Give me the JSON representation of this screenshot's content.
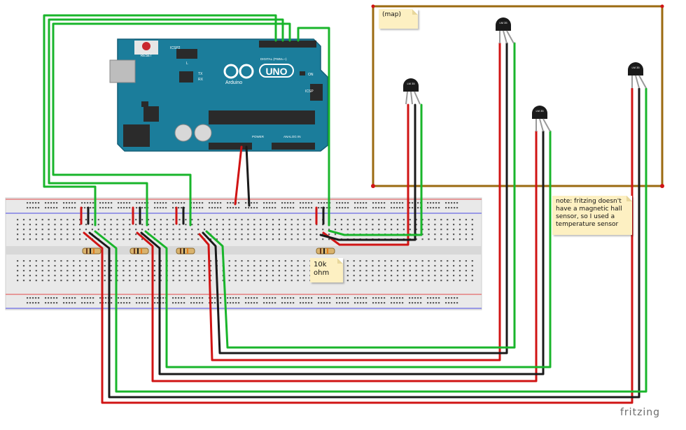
{
  "arduino": {
    "reset_label": "RESET",
    "icsp2_label": "ICSP2",
    "icsp_label": "ICSP",
    "l_label": "L",
    "tx_label": "TX",
    "rx_label": "RX",
    "on_label": "ON",
    "logo_text": "UNO",
    "brand_text": "Arduino",
    "digital_label": "DIGITAL (PWM=~)",
    "power_label": "POWER",
    "analog_label": "ANALOG IN",
    "board_color": "#1b7d9b"
  },
  "sensor_label": "LM\n35",
  "notes": {
    "map": "(map)",
    "hall": [
      "note: fritzing doesn't",
      "have a magnetic hall",
      "sensor, so I used a",
      "temperature sensor"
    ],
    "resistor": [
      "10k",
      "ohm"
    ]
  },
  "footer": {
    "logo": "fritzing"
  },
  "colors": {
    "wire_green": "#19b52b",
    "wire_red": "#d01414",
    "wire_black": "#1a1a1a",
    "map_border": "#9b6a10",
    "rail_red": "#e46a6a",
    "rail_blue": "#6a6ae4",
    "breadboard": "#e9e9e9"
  }
}
